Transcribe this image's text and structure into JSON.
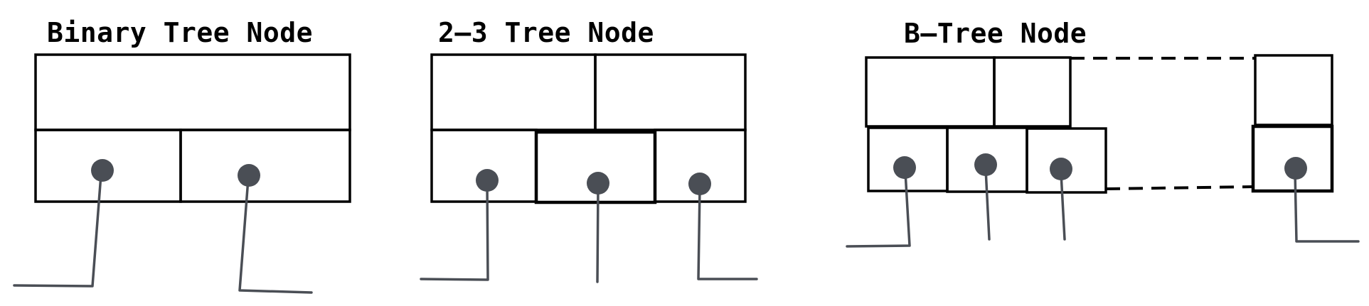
{
  "diagrams": [
    {
      "title": "Binary Tree Node"
    },
    {
      "title": "2–3 Tree Node"
    },
    {
      "title": "B–Tree Node"
    }
  ],
  "colors": {
    "outline": "#000000",
    "pointer": "#4a4e55",
    "background": "#ffffff"
  }
}
